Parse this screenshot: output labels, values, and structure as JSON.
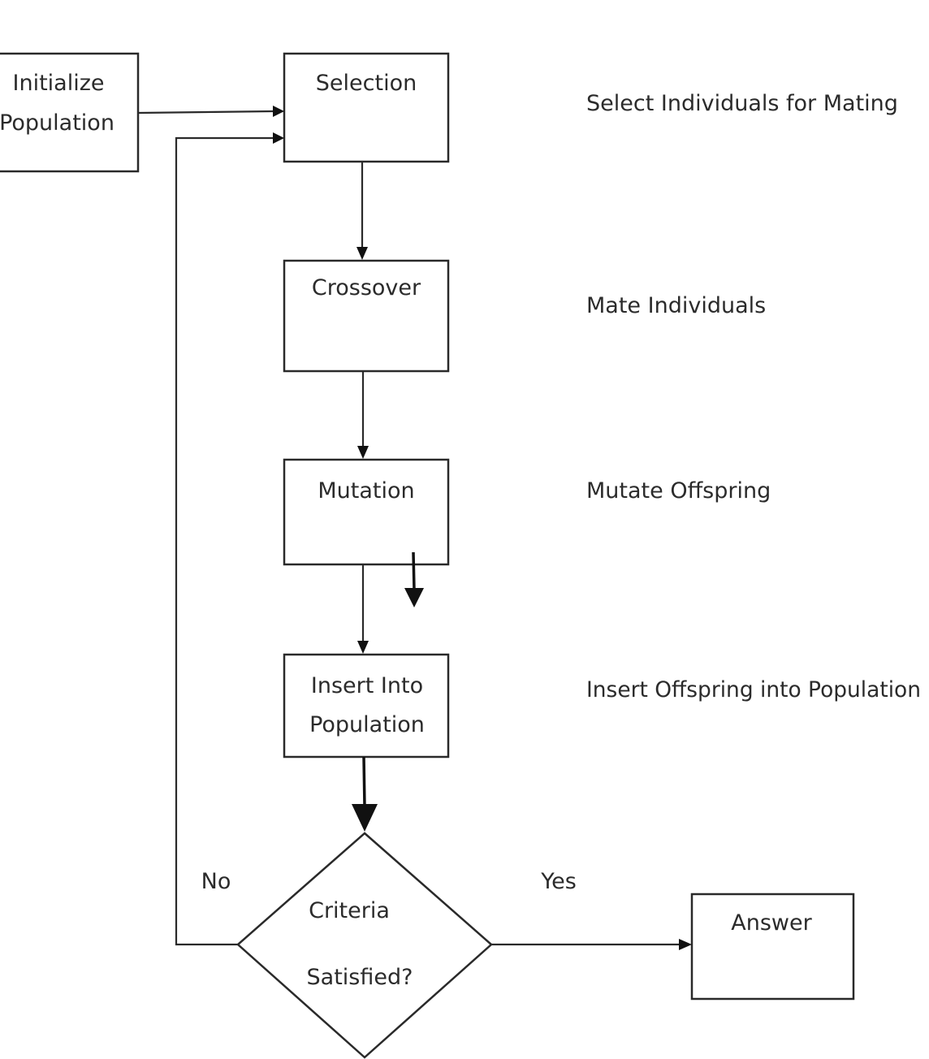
{
  "nodes": {
    "initialize": {
      "line1": "Initialize",
      "line2": "Population"
    },
    "selection": {
      "label": "Selection"
    },
    "crossover": {
      "label": "Crossover"
    },
    "mutation": {
      "label": "Mutation"
    },
    "insert": {
      "line1": "Insert Into",
      "line2": "Population"
    },
    "criteria": {
      "line1": "Criteria",
      "line2": "Satisfied?"
    },
    "answer": {
      "label": "Answer"
    }
  },
  "descriptions": {
    "selection": "Select Individuals for Mating",
    "crossover": "Mate Individuals",
    "mutation": "Mutate Offspring",
    "insert": "Insert Offspring into Population"
  },
  "branches": {
    "no": "No",
    "yes": "Yes"
  }
}
